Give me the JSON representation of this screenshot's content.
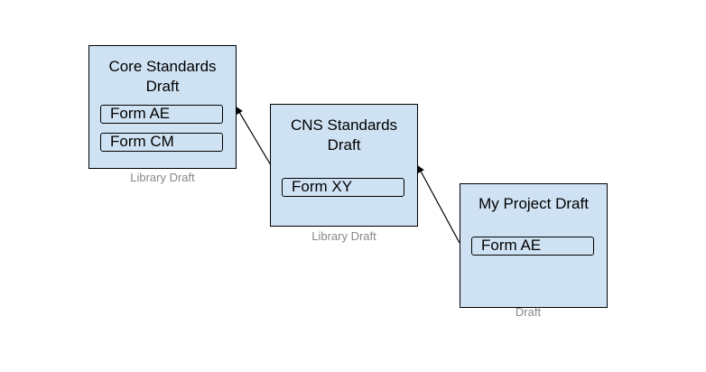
{
  "boxes": {
    "core": {
      "title": "Core Standards\nDraft",
      "forms": [
        "Form AE",
        "Form CM"
      ],
      "caption": "Library Draft"
    },
    "cns": {
      "title": "CNS Standards\nDraft",
      "forms": [
        "Form XY"
      ],
      "caption": "Library Draft"
    },
    "project": {
      "title": "My Project Draft",
      "forms": [
        "Form AE"
      ],
      "caption": "Draft"
    }
  },
  "colors": {
    "box_fill": "#cfe2f3",
    "border": "#000000",
    "caption_text": "#888888"
  }
}
